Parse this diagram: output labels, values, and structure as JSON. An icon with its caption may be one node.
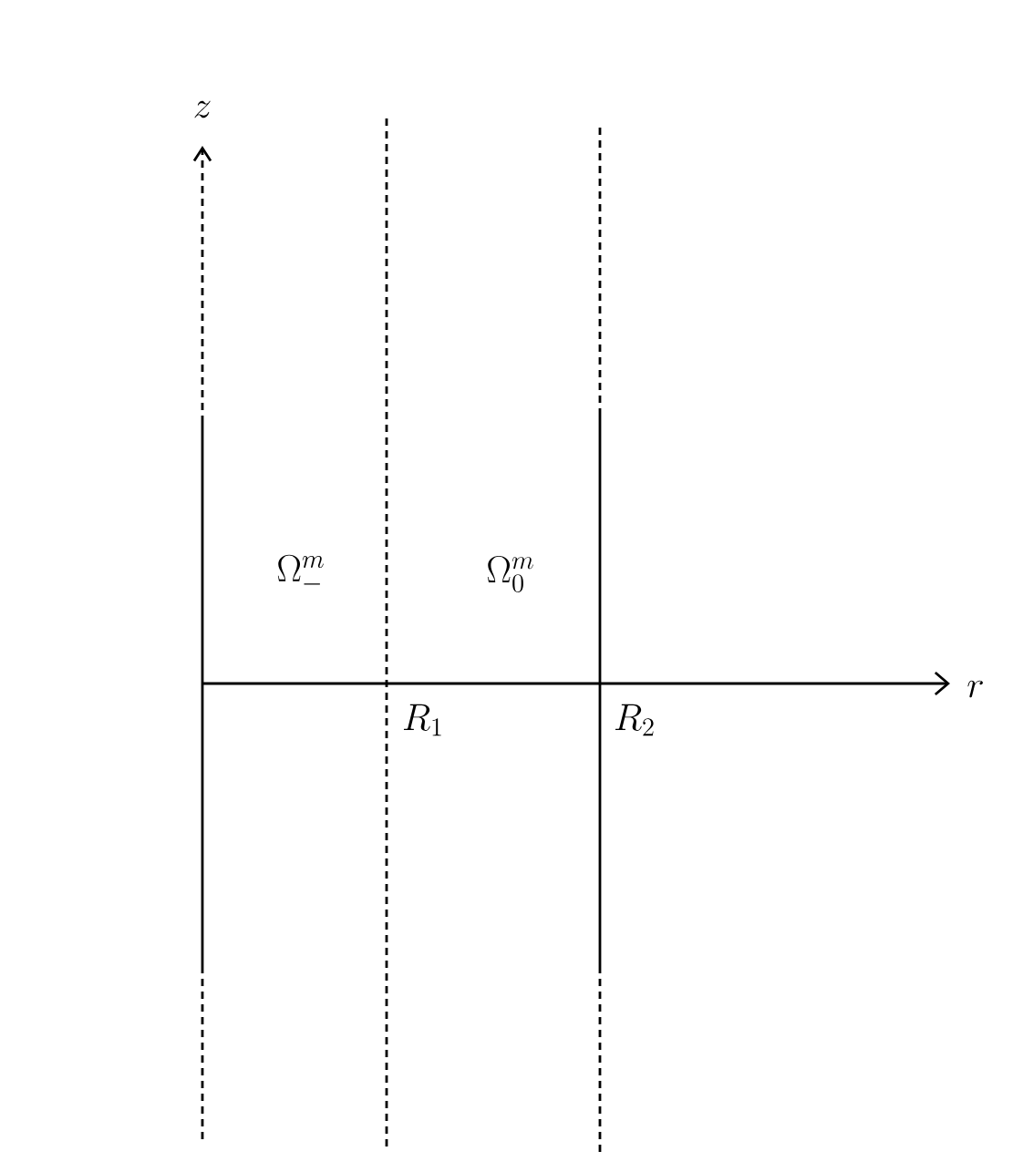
{
  "diagram": {
    "labels": [
      "z",
      "\\Omega^m_-",
      "\\Omega^m_0",
      "r",
      "R_1",
      "R_2"
    ]
  }
}
